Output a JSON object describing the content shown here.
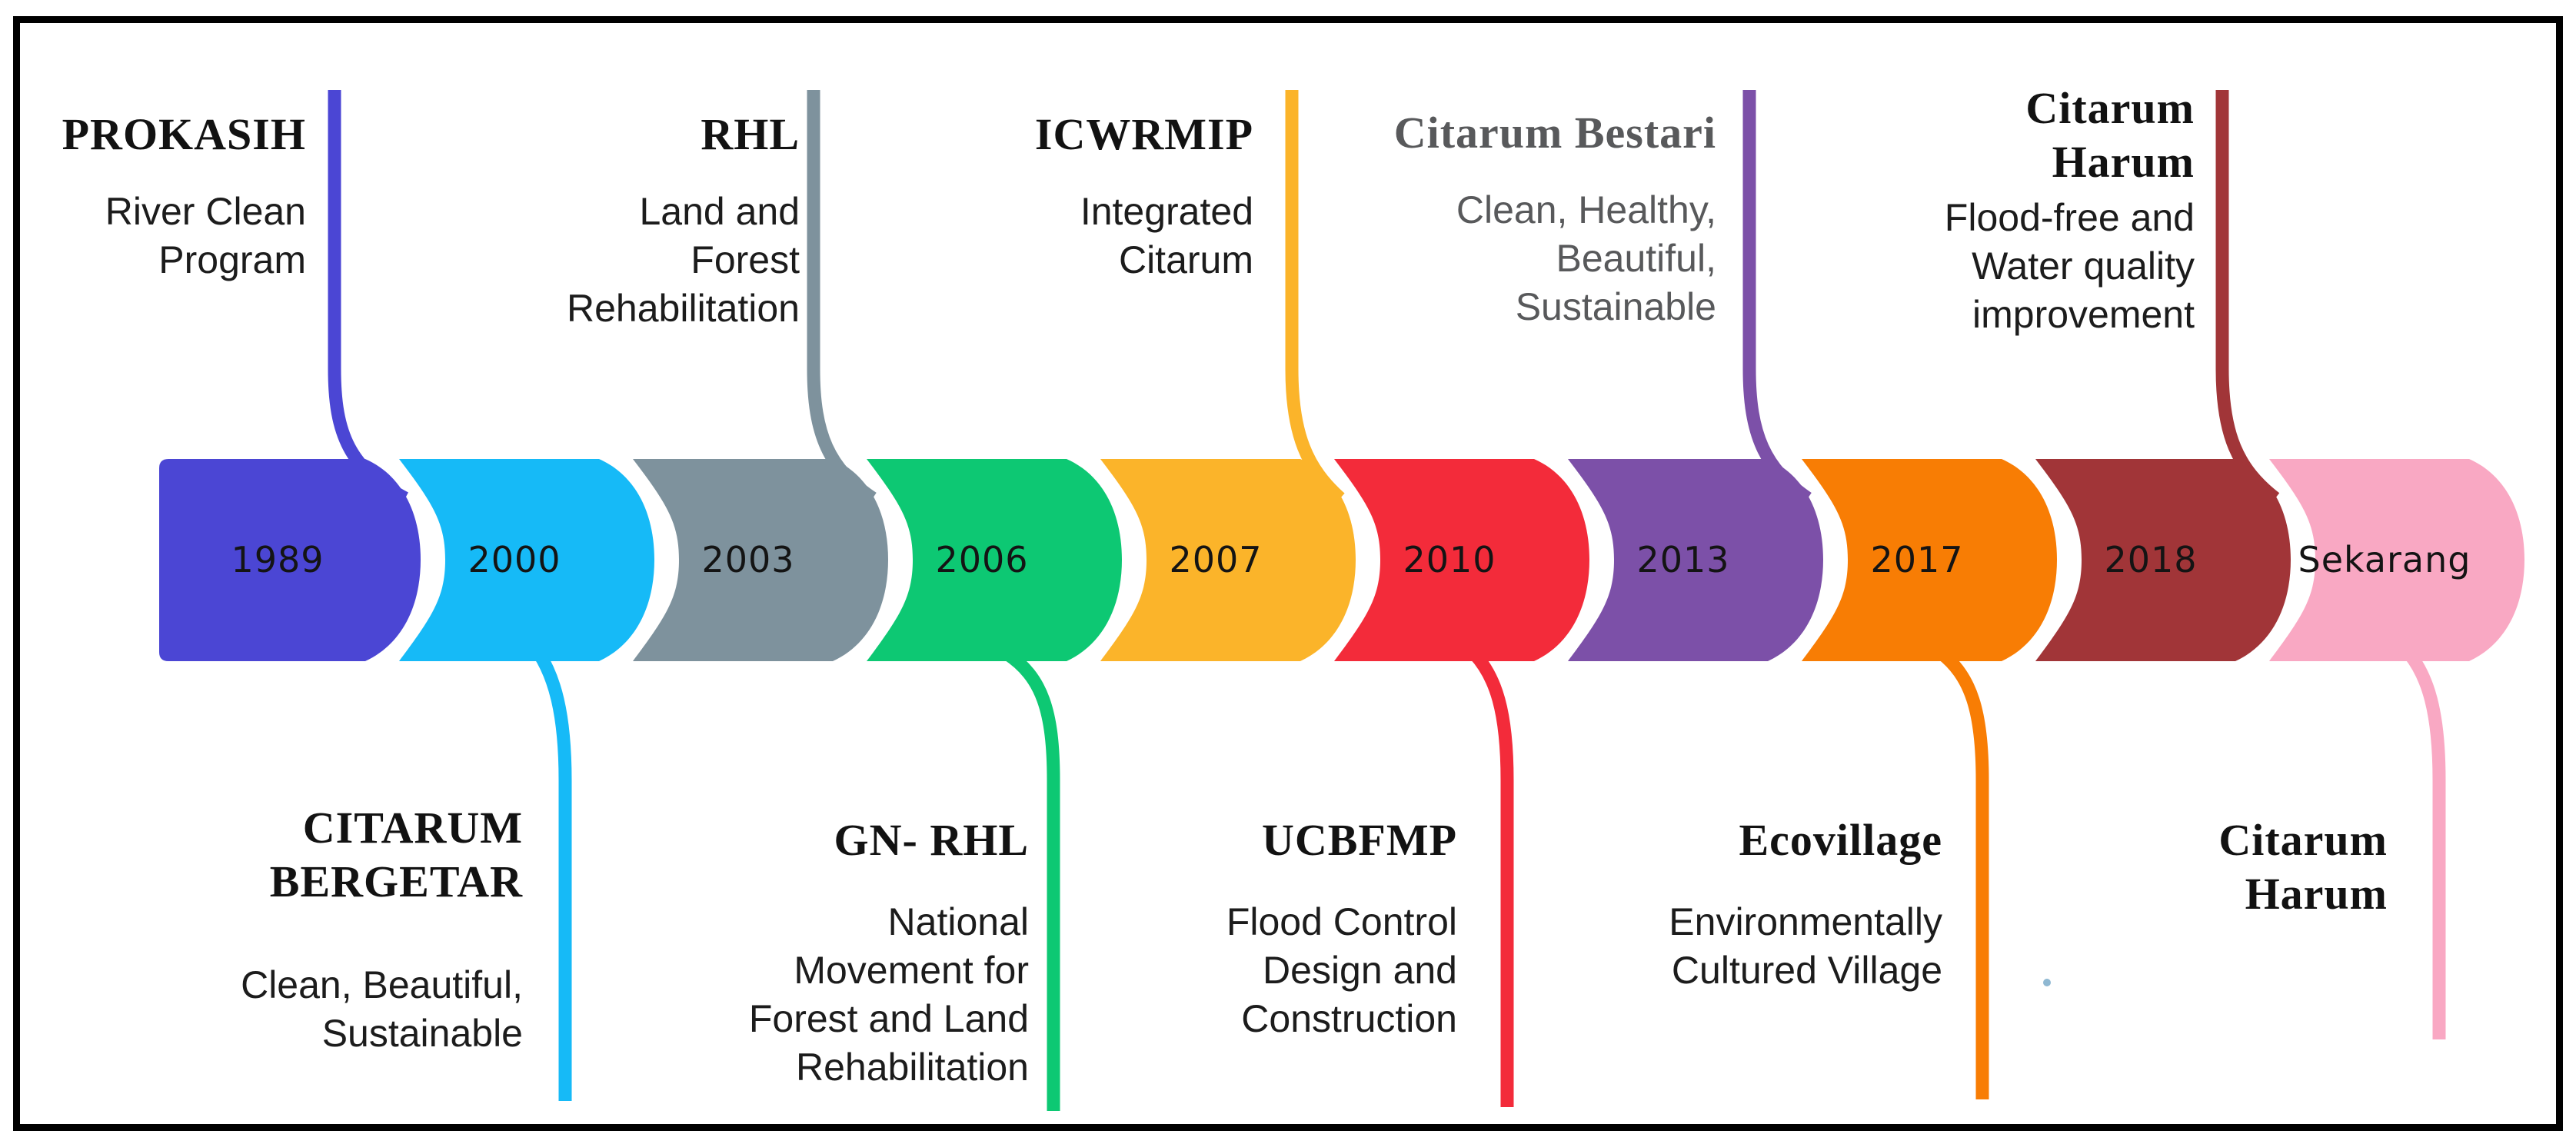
{
  "diagram": {
    "type": "timeline",
    "frame_color": "#000000",
    "background_color": "#ffffff",
    "stray_dot_color": "#8FB8D2"
  },
  "timeline": {
    "segments": [
      {
        "year": "1989",
        "color": "#4B46D4",
        "label_position": "top",
        "program": "PROKASIH",
        "description": "River Clean\nProgram",
        "text_color": "#121212"
      },
      {
        "year": "2000",
        "color": "#16BAF7",
        "label_position": "bottom",
        "program": "CITARUM\nBERGETAR",
        "description": "Clean, Beautiful,\nSustainable",
        "text_color": "#121212"
      },
      {
        "year": "2003",
        "color": "#7E929D",
        "label_position": "top",
        "program": "RHL",
        "description": "Land and\nForest\nRehabilitation",
        "text_color": "#121212"
      },
      {
        "year": "2006",
        "color": "#0DC873",
        "label_position": "bottom",
        "program": "GN- RHL",
        "description": "National\nMovement for\nForest and Land\nRehabilitation",
        "text_color": "#121212"
      },
      {
        "year": "2007",
        "color": "#FBB42A",
        "label_position": "top",
        "program": "ICWRMIP",
        "description": "Integrated\nCitarum",
        "text_color": "#121212"
      },
      {
        "year": "2010",
        "color": "#F32B3A",
        "label_position": "bottom",
        "program": "UCBFMP",
        "description": "Flood Control\nDesign and\nConstruction",
        "text_color": "#121212"
      },
      {
        "year": "2013",
        "color": "#7C50A8",
        "label_position": "top",
        "program": "Citarum Bestari",
        "description": "Clean, Healthy,\nBeautiful,\nSustainable",
        "text_color": "#58595B"
      },
      {
        "year": "2017",
        "color": "#F87D04",
        "label_position": "bottom",
        "program": "Ecovillage",
        "description": "Environmentally\nCultured Village",
        "text_color": "#121212"
      },
      {
        "year": "2018",
        "color": "#A13538",
        "label_position": "top",
        "program": "Citarum\nHarum",
        "description": "Flood-free and\nWater quality\nimprovement",
        "text_color": "#121212"
      },
      {
        "year": "Sekarang",
        "color": "#F9A8C3",
        "label_position": "bottom",
        "program": "Citarum\nHarum",
        "description": "",
        "text_color": "#121212"
      }
    ]
  }
}
